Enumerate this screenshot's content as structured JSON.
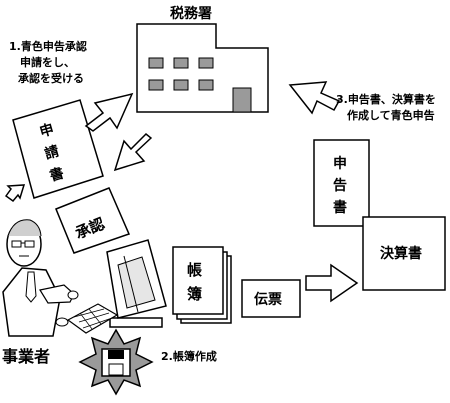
{
  "labels": {
    "tax_office": "税務署",
    "business_owner": "事業者",
    "step1": [
      "1.青色申告承認",
      "申請をし、",
      "承認を受ける"
    ],
    "step2": "2.帳簿作成",
    "step3": [
      "3.申告書、決算書を",
      "作成して青色申告"
    ]
  },
  "documents": {
    "application": "申請書",
    "approval": "承認",
    "ledger": "帳簿",
    "slip": "伝票",
    "tax_return": "申告書",
    "financial_statement": "決算書"
  },
  "icons": [
    "building-icon",
    "person-icon",
    "computer-icon",
    "floppy-disk-icon",
    "arrow-icon"
  ]
}
